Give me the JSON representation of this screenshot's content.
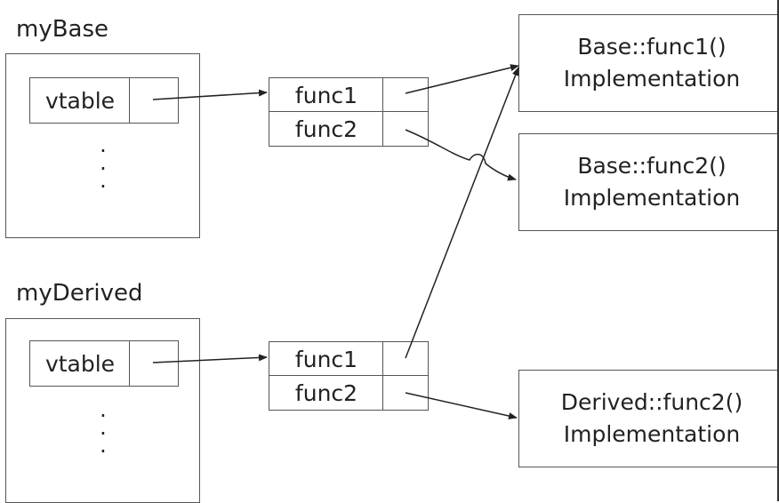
{
  "objects": {
    "base": {
      "label": "myBase",
      "vtable_label": "vtable",
      "ellipsis": "."
    },
    "derived": {
      "label": "myDerived",
      "vtable_label": "vtable",
      "ellipsis": "."
    }
  },
  "vtables": {
    "base": {
      "entries": [
        "func1",
        "func2"
      ]
    },
    "derived": {
      "entries": [
        "func1",
        "func2"
      ]
    }
  },
  "implementations": {
    "base_func1": {
      "name": "Base::func1()",
      "desc": "Implementation"
    },
    "base_func2": {
      "name": "Base::func2()",
      "desc": "Implementation"
    },
    "derived_func2": {
      "name": "Derived::func2()",
      "desc": "Implementation"
    }
  },
  "colors": {
    "stroke": "#555555",
    "arrow": "#222222"
  }
}
